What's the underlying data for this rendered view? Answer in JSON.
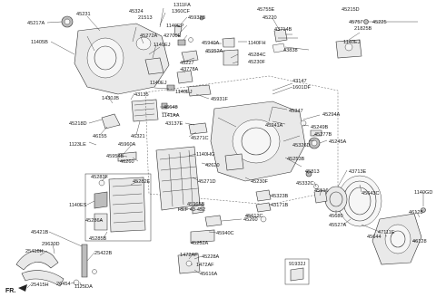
{
  "callouts": [
    {
      "id": "c45231",
      "text": "45231"
    },
    {
      "id": "c45217A",
      "text": "45217A"
    },
    {
      "id": "c11405B",
      "text": "11405B"
    },
    {
      "id": "c45324",
      "text": "45324"
    },
    {
      "id": "c21513",
      "text": "21513"
    },
    {
      "id": "c1311FA",
      "text": "1311FA"
    },
    {
      "id": "c1360CF",
      "text": "1360CF"
    },
    {
      "id": "c45932B",
      "text": "45932B"
    },
    {
      "id": "c1140EP",
      "text": "1140EP"
    },
    {
      "id": "c42700E",
      "text": "42700E"
    },
    {
      "id": "c45940A",
      "text": "45940A"
    },
    {
      "id": "c45952A",
      "text": "45952A"
    },
    {
      "id": "c1140FH",
      "text": "1140FH"
    },
    {
      "id": "c45755E",
      "text": "45755E"
    },
    {
      "id": "c45220",
      "text": "45220"
    },
    {
      "id": "c43714B",
      "text": "43714B"
    },
    {
      "id": "c43838",
      "text": "43838"
    },
    {
      "id": "c45215D",
      "text": "45215D"
    },
    {
      "id": "c45757",
      "text": "45757"
    },
    {
      "id": "c21825B",
      "text": "21825B"
    },
    {
      "id": "c1140EJ_a",
      "text": "1140EJ"
    },
    {
      "id": "c45225",
      "text": "45225"
    },
    {
      "id": "c45272A",
      "text": "45272A"
    },
    {
      "id": "c1140EJ_b",
      "text": "1140EJ"
    },
    {
      "id": "c45227",
      "text": "45227"
    },
    {
      "id": "c43778A",
      "text": "43778A"
    },
    {
      "id": "c45284C",
      "text": "45284C"
    },
    {
      "id": "c45230F",
      "text": "45230F"
    },
    {
      "id": "c1140EJ_c",
      "text": "1140EJ"
    },
    {
      "id": "c43135",
      "text": "43135"
    },
    {
      "id": "c1430JB",
      "text": "1430JB"
    },
    {
      "id": "c1140EJ_d",
      "text": "1140EJ"
    },
    {
      "id": "c43147",
      "text": "43147"
    },
    {
      "id": "c1601DF",
      "text": "1601DF"
    },
    {
      "id": "c45931F",
      "text": "45931F"
    },
    {
      "id": "c46648",
      "text": "46648"
    },
    {
      "id": "c1141AA",
      "text": "1141AA"
    },
    {
      "id": "c43137E",
      "text": "43137E"
    },
    {
      "id": "c45347",
      "text": "45347"
    },
    {
      "id": "c45294A",
      "text": "45294A"
    },
    {
      "id": "c45218D",
      "text": "45218D"
    },
    {
      "id": "c46155",
      "text": "46155"
    },
    {
      "id": "c46321",
      "text": "46321"
    },
    {
      "id": "c45241A",
      "text": "45241A"
    },
    {
      "id": "c45249B",
      "text": "45249B"
    },
    {
      "id": "c45277B",
      "text": "45277B"
    },
    {
      "id": "c45326D",
      "text": "45326D"
    },
    {
      "id": "c45245A",
      "text": "45245A"
    },
    {
      "id": "c1123LE",
      "text": "1123LE"
    },
    {
      "id": "c45271C",
      "text": "45271C"
    },
    {
      "id": "c45960A",
      "text": "45960A"
    },
    {
      "id": "c45954B",
      "text": "45954B"
    },
    {
      "id": "c46260",
      "text": "46260"
    },
    {
      "id": "c1140HG",
      "text": "1140HG"
    },
    {
      "id": "c42620",
      "text": "42620"
    },
    {
      "id": "c45253B",
      "text": "45253B"
    },
    {
      "id": "c45813",
      "text": "45813"
    },
    {
      "id": "c43713E",
      "text": "43713E"
    },
    {
      "id": "c45332C",
      "text": "45332C"
    },
    {
      "id": "c45516",
      "text": "45516"
    },
    {
      "id": "c45283F",
      "text": "45283F"
    },
    {
      "id": "c45282E",
      "text": "45282E"
    },
    {
      "id": "c45271D",
      "text": "45271D"
    },
    {
      "id": "c45230F_b",
      "text": "45230F"
    },
    {
      "id": "c1140GD",
      "text": "1140GD"
    },
    {
      "id": "c45643C",
      "text": "45643C"
    },
    {
      "id": "c45323B",
      "text": "45323B"
    },
    {
      "id": "c43171B",
      "text": "43171B"
    },
    {
      "id": "c1140ES",
      "text": "1140ES"
    },
    {
      "id": "c45286A",
      "text": "45286A"
    },
    {
      "id": "cREF",
      "text": "REF 43-452"
    },
    {
      "id": "c45965B",
      "text": "45965B"
    },
    {
      "id": "c45612C",
      "text": "45612C"
    },
    {
      "id": "c45260",
      "text": "45260"
    },
    {
      "id": "c45680",
      "text": "45680"
    },
    {
      "id": "c45527A",
      "text": "45527A"
    },
    {
      "id": "c46128_a",
      "text": "46128"
    },
    {
      "id": "c45285B",
      "text": "45285B"
    },
    {
      "id": "c45940C",
      "text": "45940C"
    },
    {
      "id": "c45644",
      "text": "45644"
    },
    {
      "id": "c47111E",
      "text": "47111E"
    },
    {
      "id": "c46128_b",
      "text": "46128"
    },
    {
      "id": "c45421B",
      "text": "45421B"
    },
    {
      "id": "c45252A",
      "text": "45252A"
    },
    {
      "id": "c29620D",
      "text": "29620D"
    },
    {
      "id": "c25416H",
      "text": "25416H"
    },
    {
      "id": "c25422B",
      "text": "25422B"
    },
    {
      "id": "c1472AF_a",
      "text": "1472AF"
    },
    {
      "id": "c45228A",
      "text": "45228A"
    },
    {
      "id": "c1472AF_b",
      "text": "1472AF"
    },
    {
      "id": "c45616A",
      "text": "45616A"
    },
    {
      "id": "c91932J",
      "text": "91932J"
    },
    {
      "id": "c26454",
      "text": "26454"
    },
    {
      "id": "c1125DA",
      "text": "1125DA"
    },
    {
      "id": "c25415H",
      "text": "25415H"
    }
  ],
  "direction_label": "FR."
}
